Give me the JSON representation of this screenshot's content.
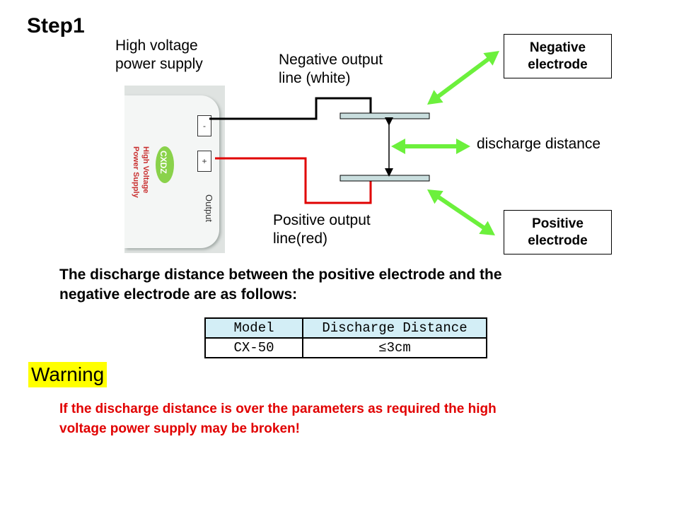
{
  "title": "Step1",
  "labels": {
    "supply_line1": "High voltage",
    "supply_line2": "power supply",
    "neg_line1": "Negative output",
    "neg_line2": "line (white)",
    "pos_line1": "Positive output",
    "pos_line2": "line(red)",
    "distance": "discharge distance"
  },
  "boxes": {
    "negative_line1": "Negative",
    "negative_line2": "electrode",
    "positive_line1": "Positive",
    "positive_line2": "electrode"
  },
  "device": {
    "logo": "CXDZ",
    "name_line1": "High Voltage",
    "name_line2": "Power Supply",
    "minus": "-",
    "plus": "+",
    "output": "Output"
  },
  "description": {
    "line1": "The discharge distance between the positive electrode and the",
    "line2": "negative electrode are as follows:"
  },
  "table": {
    "headers": [
      "Model",
      "Discharge Distance"
    ],
    "rows": [
      [
        "CX-50",
        "≤3cm"
      ]
    ]
  },
  "warning": {
    "heading": "Warning",
    "line1": "If the discharge  distance is over the parameters as required the high",
    "line2": "voltage power supply may be broken!"
  },
  "colors": {
    "arrow_green": "#6cf03c",
    "positive_wire": "#e00000",
    "negative_wire": "#000000",
    "electrode_plate": "#c9dede",
    "warning_text": "#e10000",
    "warning_bg": "#ffff00",
    "table_header": "#d3eef6"
  }
}
